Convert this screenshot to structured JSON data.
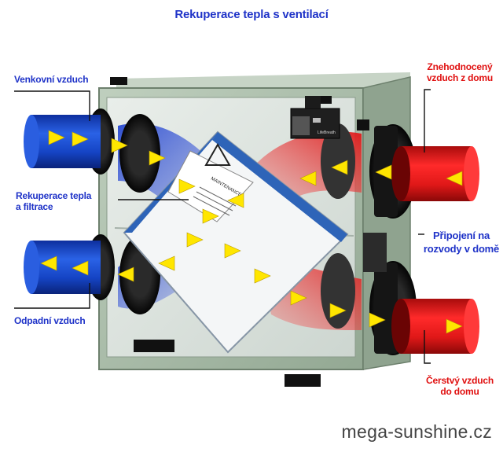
{
  "title": "Rekuperace tepla s ventilací",
  "labels": {
    "outdoor_air": "Venkovní vzduch",
    "recovery_line1": "Rekuperace tepla",
    "recovery_line2": "a filtrace",
    "exhaust_air": "Odpadní vzduch",
    "stale_line1": "Znehodnocený",
    "stale_line2": "vzduch z domu",
    "connection_line1": "Připojení na",
    "connection_line2": "rozvody v domě",
    "fresh_line1": "Čerstvý vzduch",
    "fresh_line2": "do domu"
  },
  "device": {
    "warning_label": "MAINTENANCE",
    "control_label": "LifeBreath"
  },
  "watermark": "mega-sunshine.cz",
  "colors": {
    "label_blue": "#1f33c8",
    "label_red": "#e01010",
    "cold_duct": "#1848c8",
    "warm_duct": "#e01818",
    "arrow": "#ffe600",
    "casing": "#a9bba8"
  }
}
